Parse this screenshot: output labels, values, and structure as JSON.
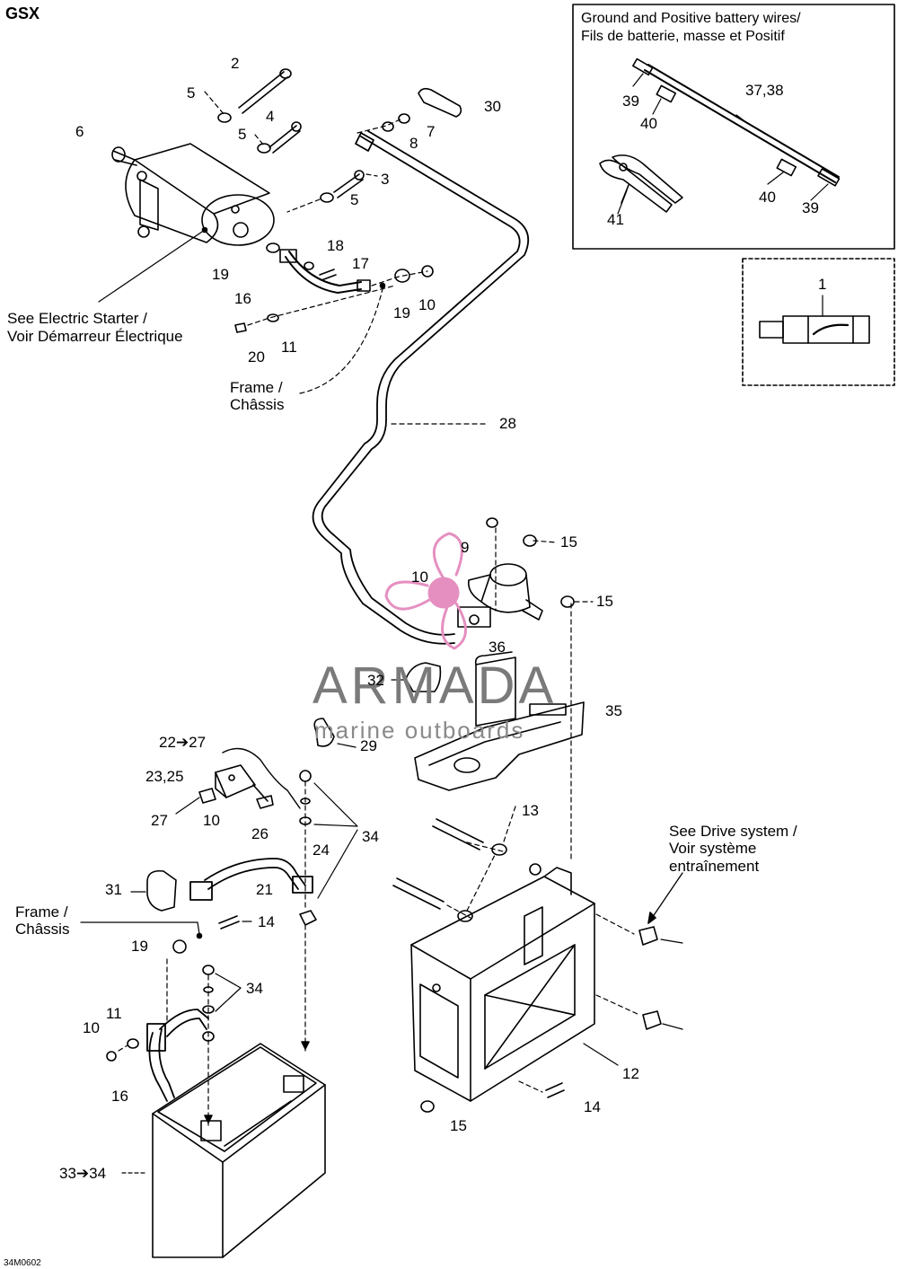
{
  "header": {
    "title": "GSX",
    "drawing_code": "34M0602"
  },
  "inset_wires": {
    "title_en": "Ground and Positive battery wires/",
    "title_fr": "Fils de batterie, masse et Positif"
  },
  "callouts": {
    "starter_en": "See Electric Starter /",
    "starter_fr": "Voir Démarreur Électrique",
    "frame1_en": "Frame /",
    "frame1_fr": "Châssis",
    "frame2_en": "Frame /",
    "frame2_fr": "Châssis",
    "drive_en": "See Drive system /",
    "drive_fr1": "Voir système",
    "drive_fr2": "entraînement"
  },
  "watermark": {
    "brand": "ARMADA",
    "tagline": "marine outboards"
  },
  "colors": {
    "line": "#000000",
    "watermark_pink": "#e58fc0",
    "watermark_grey": "#7a7a7a"
  },
  "part_labels": [
    {
      "id": "lbl-2",
      "text": "2"
    },
    {
      "id": "lbl-5a",
      "text": "5"
    },
    {
      "id": "lbl-4",
      "text": "4"
    },
    {
      "id": "lbl-5b",
      "text": "5"
    },
    {
      "id": "lbl-6",
      "text": "6"
    },
    {
      "id": "lbl-7",
      "text": "7"
    },
    {
      "id": "lbl-8",
      "text": "8"
    },
    {
      "id": "lbl-30",
      "text": "30"
    },
    {
      "id": "lbl-3",
      "text": "3"
    },
    {
      "id": "lbl-5c",
      "text": "5"
    },
    {
      "id": "lbl-18",
      "text": "18"
    },
    {
      "id": "lbl-17",
      "text": "17"
    },
    {
      "id": "lbl-19a",
      "text": "19"
    },
    {
      "id": "lbl-16a",
      "text": "16"
    },
    {
      "id": "lbl-19b",
      "text": "19"
    },
    {
      "id": "lbl-10a",
      "text": "10"
    },
    {
      "id": "lbl-20",
      "text": "20"
    },
    {
      "id": "lbl-11a",
      "text": "11"
    },
    {
      "id": "lbl-28",
      "text": "28"
    },
    {
      "id": "lbl-39a",
      "text": "39"
    },
    {
      "id": "lbl-40a",
      "text": "40"
    },
    {
      "id": "lbl-3738",
      "text": "37,38"
    },
    {
      "id": "lbl-40b",
      "text": "40"
    },
    {
      "id": "lbl-39b",
      "text": "39"
    },
    {
      "id": "lbl-41",
      "text": "41"
    },
    {
      "id": "lbl-1",
      "text": "1"
    },
    {
      "id": "lbl-9",
      "text": "9"
    },
    {
      "id": "lbl-15a",
      "text": "15"
    },
    {
      "id": "lbl-10b",
      "text": "10"
    },
    {
      "id": "lbl-15b",
      "text": "15"
    },
    {
      "id": "lbl-36",
      "text": "36"
    },
    {
      "id": "lbl-32",
      "text": "32"
    },
    {
      "id": "lbl-35",
      "text": "35"
    },
    {
      "id": "lbl-2227",
      "text": "22➔27"
    },
    {
      "id": "lbl-29",
      "text": "29"
    },
    {
      "id": "lbl-2325",
      "text": "23,25"
    },
    {
      "id": "lbl-27",
      "text": "27"
    },
    {
      "id": "lbl-10c",
      "text": "10"
    },
    {
      "id": "lbl-26",
      "text": "26"
    },
    {
      "id": "lbl-24",
      "text": "24"
    },
    {
      "id": "lbl-34a",
      "text": "34"
    },
    {
      "id": "lbl-13",
      "text": "13"
    },
    {
      "id": "lbl-31",
      "text": "31"
    },
    {
      "id": "lbl-21",
      "text": "21"
    },
    {
      "id": "lbl-14a",
      "text": "14"
    },
    {
      "id": "lbl-19c",
      "text": "19"
    },
    {
      "id": "lbl-34b",
      "text": "34"
    },
    {
      "id": "lbl-11b",
      "text": "11"
    },
    {
      "id": "lbl-10d",
      "text": "10"
    },
    {
      "id": "lbl-16b",
      "text": "16"
    },
    {
      "id": "lbl-12",
      "text": "12"
    },
    {
      "id": "lbl-14b",
      "text": "14"
    },
    {
      "id": "lbl-15c",
      "text": "15"
    },
    {
      "id": "lbl-3334",
      "text": "33➔34"
    }
  ]
}
